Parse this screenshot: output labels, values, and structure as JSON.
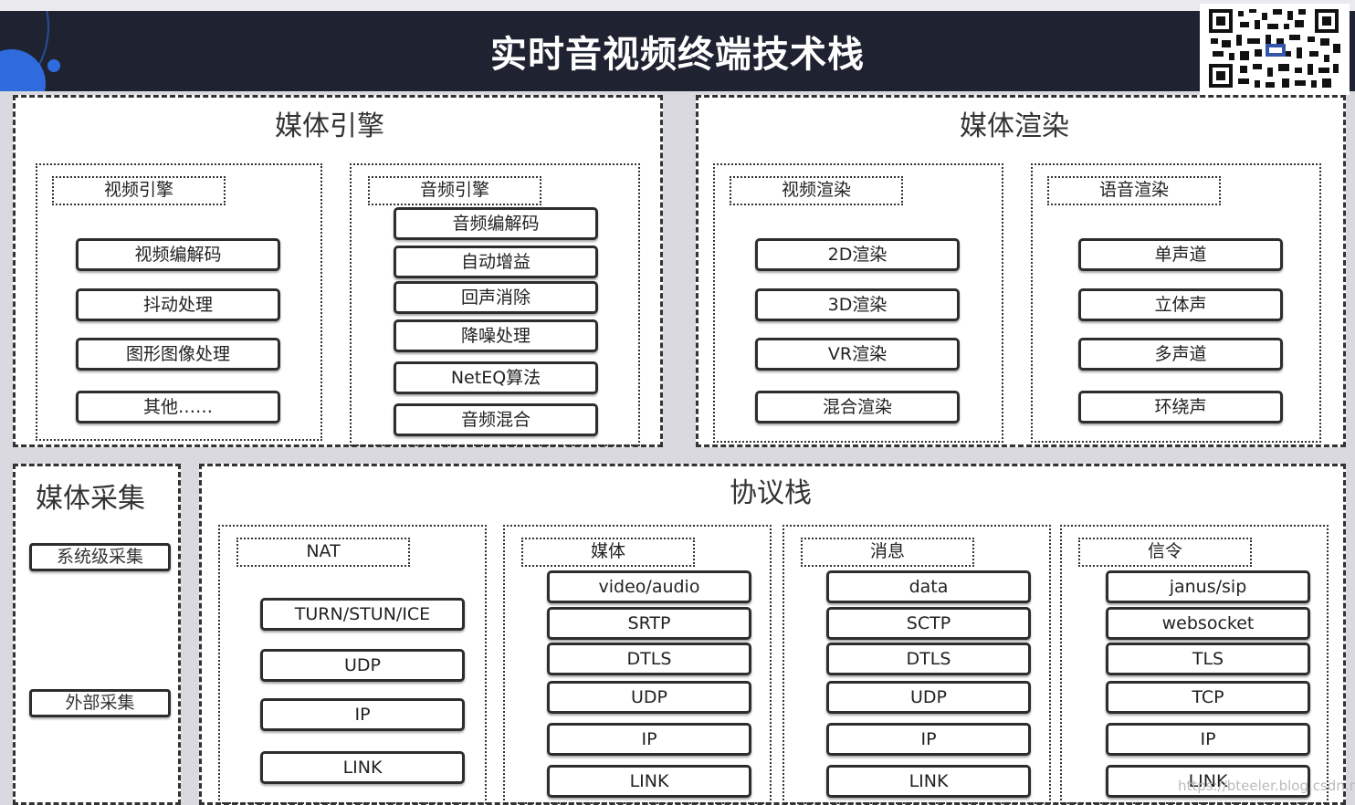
{
  "title": "实时音视频终端技术栈",
  "media_engine": {
    "title": "媒体引擎",
    "video_engine": {
      "label": "视频引擎",
      "items": [
        "视频编解码",
        "抖动处理",
        "图形图像处理",
        "其他……"
      ]
    },
    "audio_engine": {
      "label": "音频引擎",
      "items": [
        "音频编解码",
        "自动增益",
        "回声消除",
        "降噪处理",
        "NetEQ算法",
        "音频混合"
      ]
    }
  },
  "media_render": {
    "title": "媒体渲染",
    "video_render": {
      "label": "视频渲染",
      "items": [
        "2D渲染",
        "3D渲染",
        "VR渲染",
        "混合渲染"
      ]
    },
    "audio_render": {
      "label": "语音渲染",
      "items": [
        "单声道",
        "立体声",
        "多声道",
        "环绕声"
      ]
    }
  },
  "media_capture": {
    "title": "媒体采集",
    "items": [
      "系统级采集",
      "外部采集"
    ]
  },
  "protocol_stack": {
    "title": "协议栈",
    "nat": {
      "label": "NAT",
      "items": [
        "TURN/STUN/ICE",
        "UDP",
        "IP",
        "LINK"
      ]
    },
    "media": {
      "label": "媒体",
      "items": [
        "video/audio",
        "SRTP",
        "DTLS",
        "UDP",
        "IP",
        "LINK"
      ]
    },
    "message": {
      "label": "消息",
      "items": [
        "data",
        "SCTP",
        "DTLS",
        "UDP",
        "IP",
        "LINK"
      ]
    },
    "signaling": {
      "label": "信令",
      "items": [
        "janus/sip",
        "websocket",
        "TLS",
        "TCP",
        "IP",
        "LINK"
      ]
    }
  },
  "watermark": "https://bteeler.blog.csdn.net"
}
